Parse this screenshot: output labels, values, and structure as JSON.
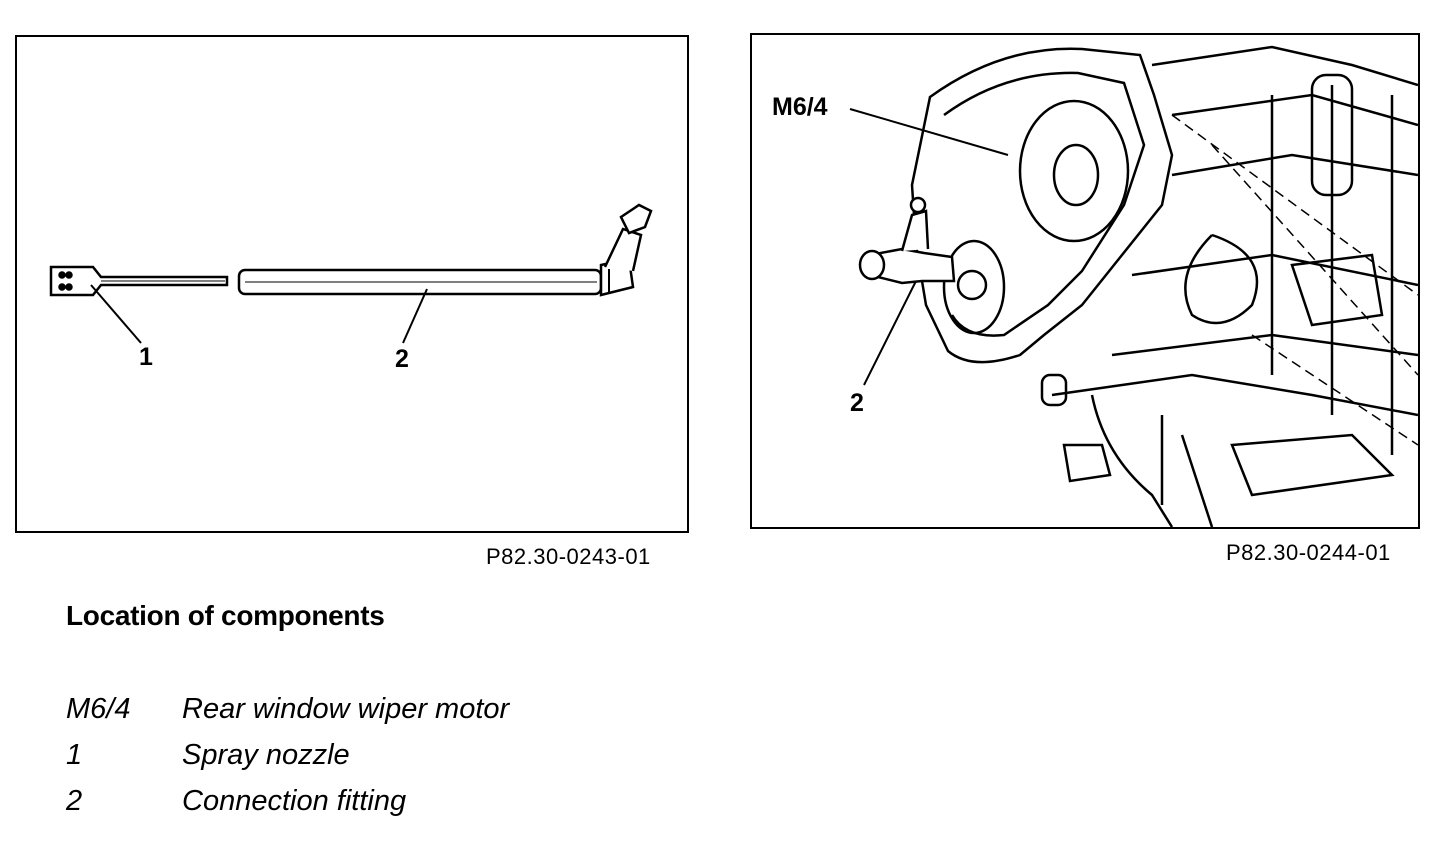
{
  "figures": [
    {
      "code": "P82.30-0243-01",
      "callouts": [
        "1",
        "2"
      ]
    },
    {
      "code": "P82.30-0244-01",
      "callouts": [
        "M6/4",
        "2"
      ]
    }
  ],
  "heading": "Location of components",
  "legend": [
    {
      "key": "M6/4",
      "description": "Rear window wiper motor"
    },
    {
      "key": "1",
      "description": "Spray nozzle"
    },
    {
      "key": "2",
      "description": "Connection fitting"
    }
  ]
}
